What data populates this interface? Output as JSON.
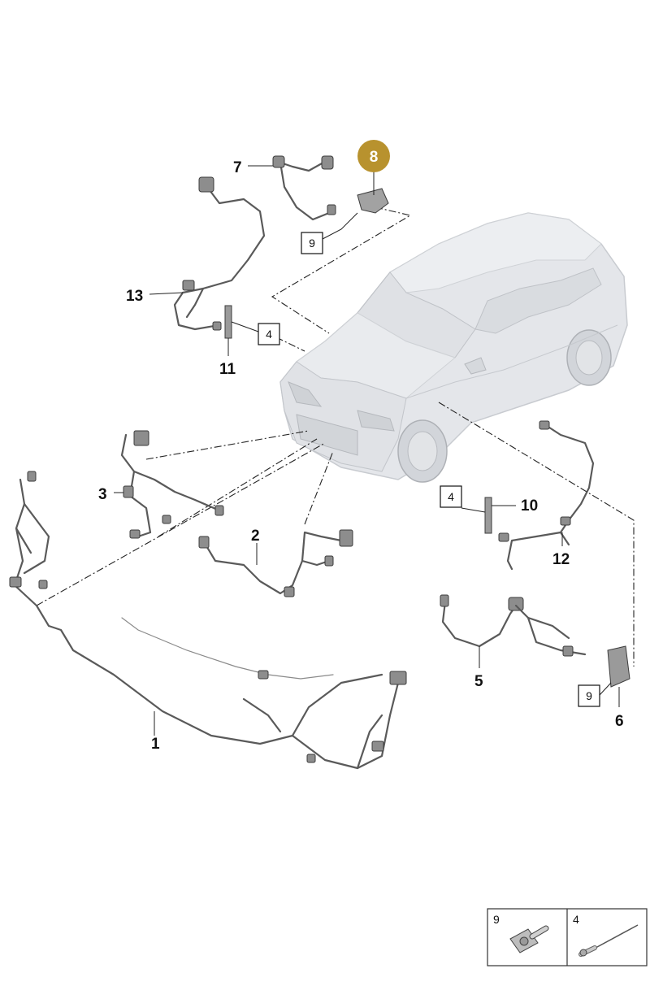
{
  "callouts": {
    "c1": "1",
    "c2": "2",
    "c3": "3",
    "c5": "5",
    "c6": "6",
    "c7": "7",
    "c8": "8",
    "c10": "10",
    "c11": "11",
    "c12": "12",
    "c13": "13"
  },
  "boxed_refs": {
    "b9_top": "9",
    "b4_left": "4",
    "b4_right": "4",
    "b9_right": "9"
  },
  "legend": {
    "item_a_label": "9",
    "item_b_label": "4"
  },
  "colors": {
    "highlight_badge": "#b8922e",
    "car_body": "#e4e6ea",
    "harness": "#5a5a5a"
  },
  "icons": {
    "vehicle": "suv-illustration",
    "screw": "bolt-icon",
    "rivet": "blind-rivet-icon"
  }
}
